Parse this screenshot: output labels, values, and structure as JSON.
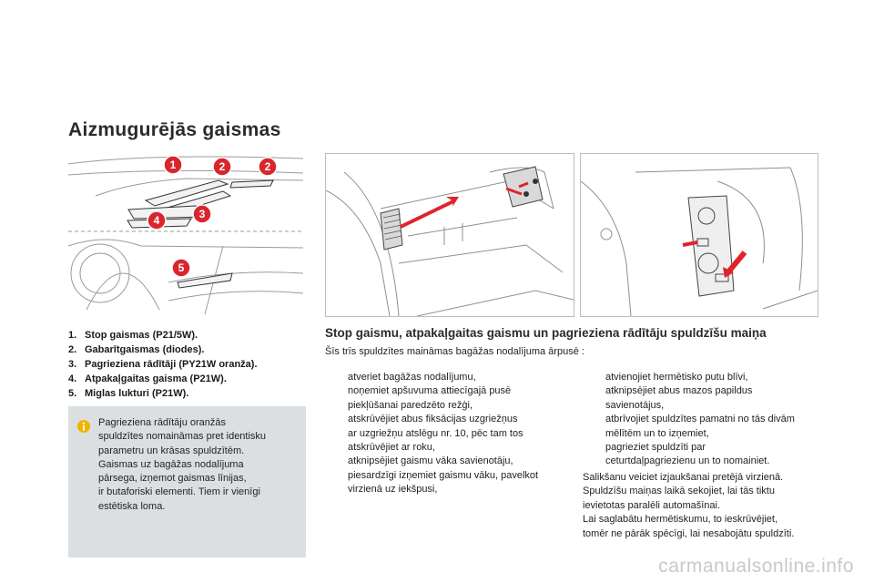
{
  "page": {
    "title": "Aizmugurējās gaismas",
    "watermark": "carmanualsonline.info"
  },
  "callouts": [
    "1",
    "2",
    "2",
    "3",
    "4",
    "5"
  ],
  "bulbs": [
    {
      "num": "1.",
      "label": "Stop gaismas (P21/5W)."
    },
    {
      "num": "2.",
      "label": "Gabarītgaismas (diodes)."
    },
    {
      "num": "3.",
      "label": "Pagrieziena rādītāji (PY21W oranža)."
    },
    {
      "num": "4.",
      "label": "Atpakaļgaitas gaisma (P21W)."
    },
    {
      "num": "5.",
      "label": "Miglas lukturi (P21W)."
    }
  ],
  "info": {
    "icon": "info-icon",
    "lines": [
      "Pagrieziena rādītāju oranžās",
      "spuldzītes nomaināmas pret identisku",
      "parametru un krāsas spuldzītēm.",
      "Gaismas uz bagāžas nodalījuma",
      "pārsega, izņemot gaismas līnijas,",
      "ir butaforiski elementi. Tiem ir vienīgi",
      "estētiska loma."
    ]
  },
  "section": {
    "title": "Stop gaismu, atpakaļgaitas gaismu un pagrieziena rādītāju spuldzīšu maiņa",
    "intro": "Šīs trīs spuldzītes maināmas bagāžas nodalījuma ārpusē :",
    "bullet_glyph": "",
    "steps_left": [
      [
        "atveriet bagāžas nodalījumu,"
      ],
      [
        "noņemiet apšuvuma attiecīgajā pusē",
        "piekļūšanai paredzēto režģi,"
      ],
      [
        "atskrūvējiet abus fiksācijas uzgriežņus",
        "ar uzgriežņu atslēgu nr. 10, pēc tam tos",
        "atskrūvējiet ar roku,"
      ],
      [
        "atknipsējiet gaismu vāka savienotāju,"
      ],
      [
        "piesardzīgi izņemiet gaismu vāku, pavelkot",
        "virzienā uz iekšpusi,"
      ]
    ],
    "steps_right": [
      [
        "atvienojiet hermētisko putu blīvi,"
      ],
      [
        "atknipsējiet abus mazos papildus",
        "savienotājus,"
      ],
      [
        "atbrīvojiet spuldzītes pamatni no tās divām",
        "mēlītēm un to izņemiet,"
      ],
      [
        "pagrieziet spuldzīti par",
        "ceturtdaļpagriezienu un to nomainiet."
      ]
    ],
    "notes": [
      "Salikšanu veiciet izjaukšanai pretējā virzienā.",
      "Spuldzīšu maiņas laikā sekojiet, lai tās tiktu",
      "ievietotas paralēli automašīnai.",
      "Lai saglabātu hermētiskumu, to ieskrūvējiet,",
      "tomēr ne pārāk spēcīgi, lai nesabojātu spuldzīti."
    ]
  },
  "colors": {
    "callout_red": "#d8262e",
    "info_bg": "#dcdfe1",
    "info_icon": "#f0b400",
    "arrow_red": "#e0242a"
  }
}
